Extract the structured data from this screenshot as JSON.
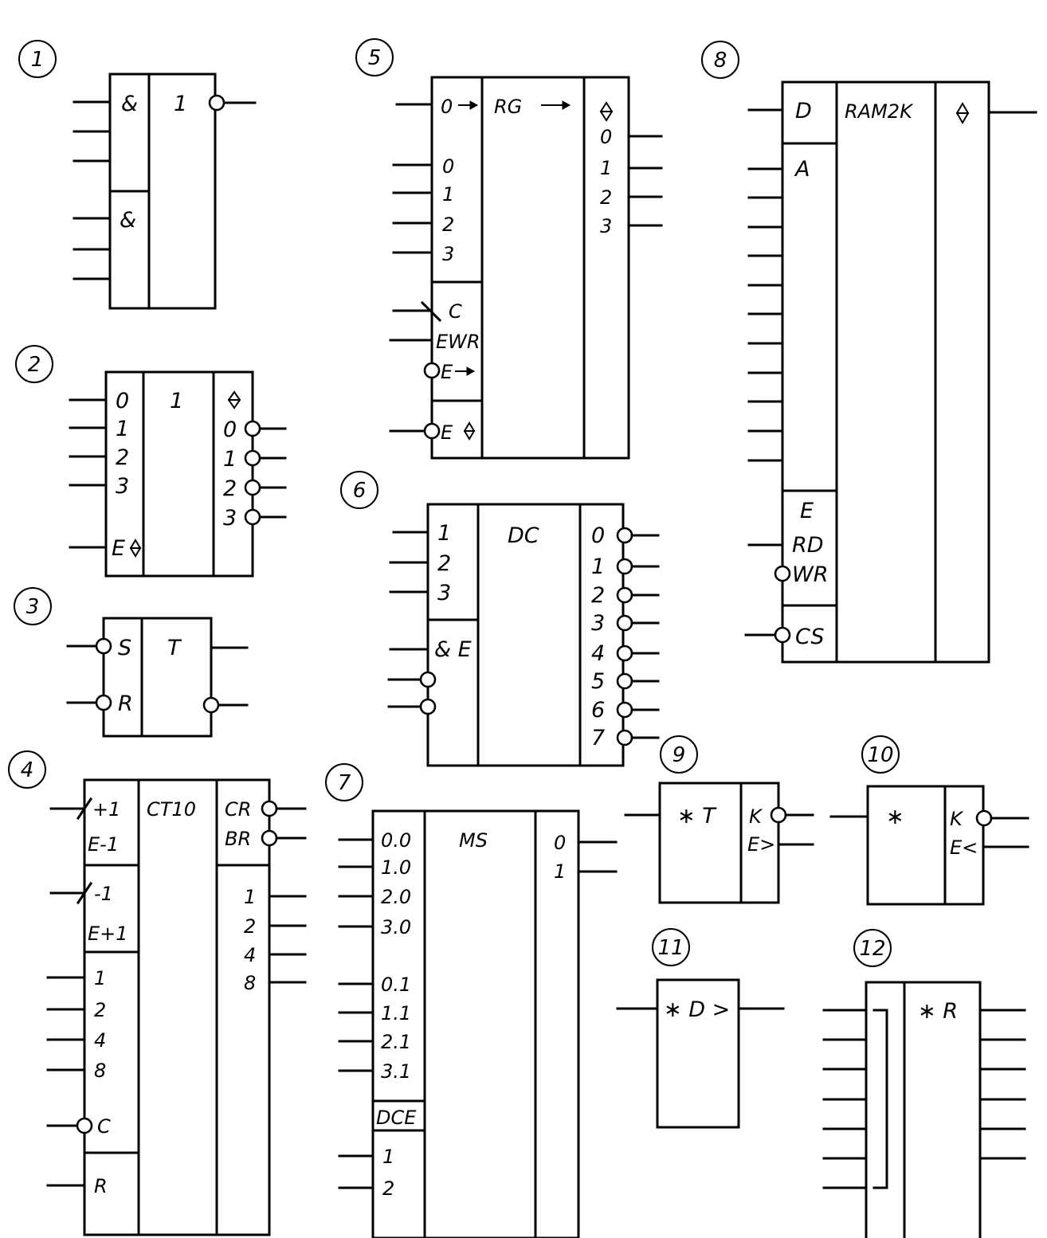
{
  "figures": {
    "f1": {
      "num": "1",
      "l0": "&",
      "l1": "&",
      "fn": "1"
    },
    "f2": {
      "num": "2",
      "fn": "1",
      "in0": "0",
      "in1": "1",
      "in2": "2",
      "in3": "3",
      "en": "E",
      "oh": "◊",
      "o0": "0",
      "o1": "1",
      "o2": "2",
      "o3": "3"
    },
    "f3": {
      "num": "3",
      "s": "S",
      "r": "R",
      "fn": "T"
    },
    "f4": {
      "num": "4",
      "up": "+1",
      "em1": "E-1",
      "dn": "-1",
      "ep1": "E+1",
      "d1": "1",
      "d2": "2",
      "d4": "4",
      "d8": "8",
      "c": "C",
      "r": "R",
      "fn": "CT10",
      "cr": "CR",
      "br": "BR",
      "q1": "1",
      "q2": "2",
      "q4": "4",
      "q8": "8"
    },
    "f5": {
      "num": "5",
      "sh": "0",
      "i0": "0",
      "i1": "1",
      "i2": "2",
      "i3": "3",
      "c": "C",
      "ewr": "EWR",
      "e": "E",
      "eo": "E",
      "fn": "RG",
      "oh": "◊",
      "o0": "0",
      "o1": "1",
      "o2": "2",
      "o3": "3"
    },
    "f6": {
      "num": "6",
      "i1": "1",
      "i2": "2",
      "i3": "3",
      "en": "& E",
      "fn": "DC",
      "o0": "0",
      "o1": "1",
      "o2": "2",
      "o3": "3",
      "o4": "4",
      "o5": "5",
      "o6": "6",
      "o7": "7"
    },
    "f7": {
      "num": "7",
      "a00": "0.0",
      "a10": "1.0",
      "a20": "2.0",
      "a30": "3.0",
      "a01": "0.1",
      "a11": "1.1",
      "a21": "2.1",
      "a31": "3.1",
      "dce": "DCE",
      "s1": "1",
      "s2": "2",
      "fn": "MS",
      "o0": "0",
      "o1": "1"
    },
    "f8": {
      "num": "8",
      "d": "D",
      "a": "A",
      "e": "E",
      "rd": "RD",
      "wr": "WR",
      "cs": "CS",
      "fn": "RAM2K",
      "oh": "◊"
    },
    "f9": {
      "num": "9",
      "fn": "∗ T",
      "k": "K",
      "eg": "E>"
    },
    "f10": {
      "num": "10",
      "fn": "∗",
      "k": "K",
      "el": "E<"
    },
    "f11": {
      "num": "11",
      "fn": "∗ D >"
    },
    "f12": {
      "num": "12",
      "fn": "∗ R"
    }
  }
}
